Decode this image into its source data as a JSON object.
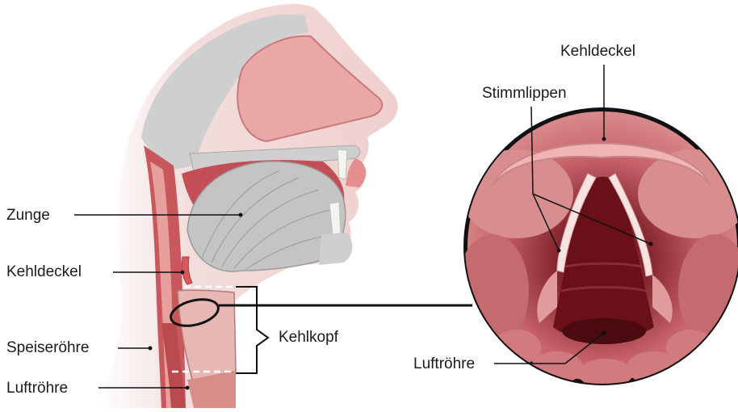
{
  "labels": {
    "tongue": "Zunge",
    "epiglottis_left": "Kehldeckel",
    "esophagus": "Speiseröhre",
    "trachea_left": "Luftröhre",
    "larynx": "Kehlkopf",
    "epiglottis_right": "Kehldeckel",
    "vocal_cords": "Stimmlippen",
    "trachea_right": "Luftröhre"
  },
  "colors": {
    "tissue": "#e7a09d",
    "tissue_dark": "#b94a4e",
    "bone": "#c9c9c9",
    "muscle": "#c7c7c7",
    "cavity": "#7a1f26",
    "leader_line": "#111111"
  }
}
